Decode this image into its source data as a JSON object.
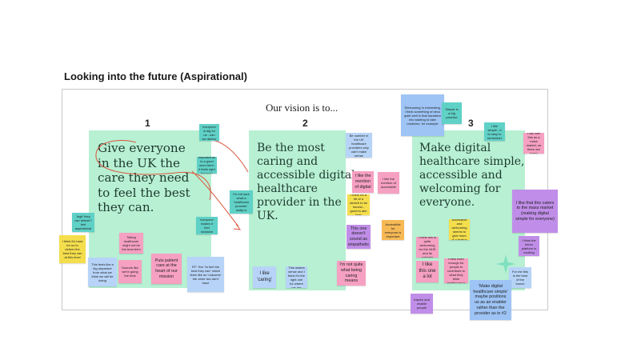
{
  "section_title": "Looking into the future (Aspirational)",
  "vision_heading": "Our vision is to...",
  "colors": {
    "panel": "#b8f0d3",
    "arrow": "#d9573f"
  },
  "panels": [
    {
      "number": "1",
      "lines": [
        "Give everyone",
        "in the UK the",
        "care they need",
        "to feel the best",
        "they can."
      ]
    },
    {
      "number": "2",
      "lines": [
        "Be the most",
        "caring and",
        "accessible digital",
        "healthcare",
        "provider in the",
        "UK."
      ]
    },
    {
      "number": "3",
      "lines": [
        "Make digital",
        "healthcare simple,",
        "accessible and",
        "welcoming for",
        "everyone."
      ]
    }
  ],
  "notes": {
    "n_legit": "'legit' they can deliver? feel aspirational",
    "n_orange_left": "I think it's hard for us to deliver the best they can at this level",
    "n_taking": "Taking healthcare might not be the best term",
    "n_big_dept": "This feels like a big departure from what we think we will be doing",
    "n_sounds": "Sounds like we're going the best",
    "n_puts": "Puts patient care at the heart of our mission",
    "n_best": "RT: \"the \"to feel the best they can\" which feels like an 'outcome' the other two don't have",
    "n_teal_1a": "The word 'everyone' is big for us - can we deliver it?",
    "n_teal_1b": "I think aspirational is a good word here: it feels right for us to deliver",
    "n_teal_1c": "The 'everyone' makes it feel inclusive and wide",
    "n_mid_teal": "I'm not sure what a 'healthcare provider' really is",
    "n_i_like_caring": "I like 'caring'",
    "n_lightblue_2": "This makes sense and I think it's the right one for where we are",
    "n_be_uk": "Be number in the UK healthcare providers why can't make sense",
    "n_i_like_mention": "I like the mention of digital",
    "n_i_like_mention_acc": "I like the mention of accessible",
    "n_yellow_2": "I think it's a bit of a stretch to be honest - good to aim high",
    "n_one_doesnt": "This one doesn't sound as empathetic",
    "n_not_quite": "I'm not quite what being caring means",
    "n_orange_2": "Accessible for everyone is important",
    "n_welcoming": "'Welcoming' is interesting, I think something of deco quite well in that transition into starting to take medicine, for example",
    "n_teal_3a": "Simple is a big promise",
    "n_teal_3b": "I like simple - it is easy to remember",
    "n_pink_3a": "I can see this as a mass market, as there are many",
    "n_yellow_3": "Accessible and welcoming seems to give more of a feeling",
    "n_pink_3b": "I think this is quite welcoming for the NHS and its partners",
    "n_i_like_lot": "I like this one a lot",
    "n_feels_enough": "Feels even enough for people to contribute to what they think healthcare is",
    "n_caters": "I like that this caters to the mass market (making digital simple for everyone)",
    "n_violet_3": "I think the future platform is exciting",
    "n_for_me": "For me this is the best of the bunch",
    "n_maybe": "'Make digital healthcare simple' maybe positions us as an enabler rather than the provider as in #2",
    "n_violet_bottom": "Inspire and enable people"
  }
}
